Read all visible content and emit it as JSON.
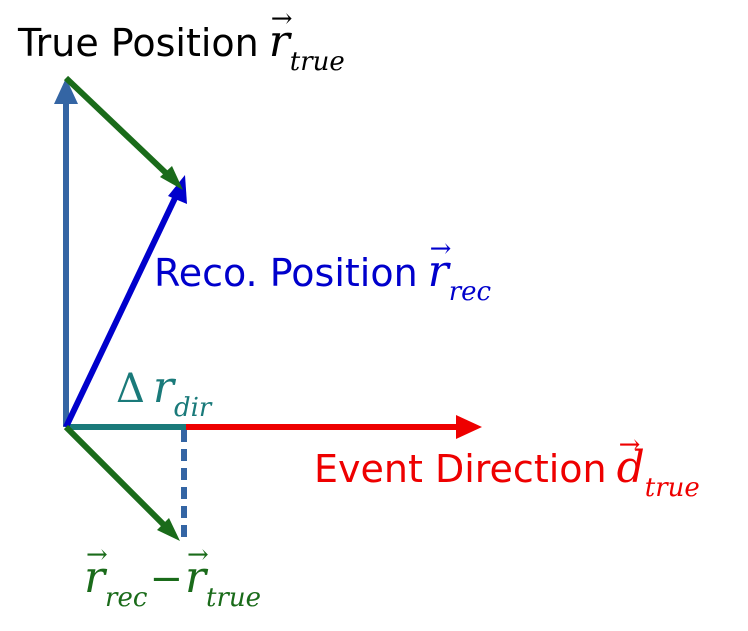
{
  "colors": {
    "true_axis": "#3465a4",
    "reco": "#0000cc",
    "difference": "#1a6b1a",
    "direction": "#ee0000",
    "delta": "#1a7a7a",
    "projection": "#3465a4"
  },
  "labels": {
    "true_position": {
      "text": "True Position",
      "symbol": "r",
      "subscript": "true"
    },
    "reco_position": {
      "text": "Reco. Position",
      "symbol": "r",
      "subscript": "rec"
    },
    "event_direction": {
      "text": "Event Direction",
      "symbol": "d",
      "subscript": "true"
    },
    "delta_r": {
      "symbol": "Δ",
      "var": "r",
      "subscript": "dir"
    },
    "difference": {
      "symbol_a": "r",
      "sub_a": "rec",
      "op": "−",
      "symbol_b": "r",
      "sub_b": "true"
    }
  },
  "glyphs": {
    "vector_arrow": "⃗"
  }
}
